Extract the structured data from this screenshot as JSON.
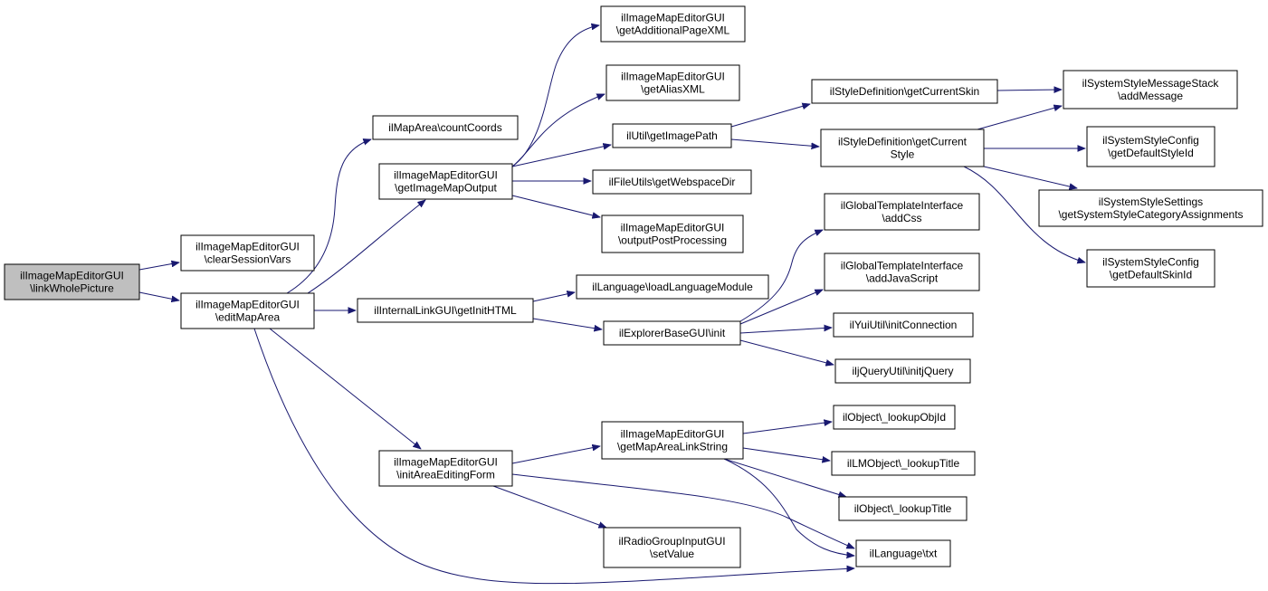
{
  "colors": {
    "edge": "#191970",
    "root_fill": "#bfbfbf",
    "node_fill": "#ffffff",
    "border": "#000000"
  },
  "nodes": [
    {
      "id": "linkWholePicture",
      "lines": [
        "ilImageMapEditorGUI",
        "\\linkWholePicture"
      ],
      "root": true
    },
    {
      "id": "clearSessionVars",
      "lines": [
        "ilImageMapEditorGUI",
        "\\clearSessionVars"
      ]
    },
    {
      "id": "editMapArea",
      "lines": [
        "ilImageMapEditorGUI",
        "\\editMapArea"
      ]
    },
    {
      "id": "countCoords",
      "lines": [
        "ilMapArea\\countCoords"
      ]
    },
    {
      "id": "getImageMapOutput",
      "lines": [
        "ilImageMapEditorGUI",
        "\\getImageMapOutput"
      ]
    },
    {
      "id": "getInitHTML",
      "lines": [
        "ilInternalLinkGUI\\getInitHTML"
      ]
    },
    {
      "id": "initAreaEditingForm",
      "lines": [
        "ilImageMapEditorGUI",
        "\\initAreaEditingForm"
      ]
    },
    {
      "id": "getAdditionalPageXML",
      "lines": [
        "ilImageMapEditorGUI",
        "\\getAdditionalPageXML"
      ]
    },
    {
      "id": "getAliasXML",
      "lines": [
        "ilImageMapEditorGUI",
        "\\getAliasXML"
      ]
    },
    {
      "id": "getImagePath",
      "lines": [
        "ilUtil\\getImagePath"
      ]
    },
    {
      "id": "getWebspaceDir",
      "lines": [
        "ilFileUtils\\getWebspaceDir"
      ]
    },
    {
      "id": "outputPostProcessing",
      "lines": [
        "ilImageMapEditorGUI",
        "\\outputPostProcessing"
      ]
    },
    {
      "id": "loadLanguageModule",
      "lines": [
        "ilLanguage\\loadLanguageModule"
      ]
    },
    {
      "id": "explorerInit",
      "lines": [
        "ilExplorerBaseGUI\\init"
      ]
    },
    {
      "id": "getMapAreaLinkString",
      "lines": [
        "ilImageMapEditorGUI",
        "\\getMapAreaLinkString"
      ]
    },
    {
      "id": "setValue",
      "lines": [
        "ilRadioGroupInputGUI",
        "\\setValue"
      ]
    },
    {
      "id": "getCurrentSkin",
      "lines": [
        "ilStyleDefinition\\getCurrentSkin"
      ]
    },
    {
      "id": "getCurrentStyle",
      "lines": [
        "ilStyleDefinition\\getCurrent",
        "Style"
      ]
    },
    {
      "id": "addCss",
      "lines": [
        "ilGlobalTemplateInterface",
        "\\addCss"
      ]
    },
    {
      "id": "addJavaScript",
      "lines": [
        "ilGlobalTemplateInterface",
        "\\addJavaScript"
      ]
    },
    {
      "id": "initConnection",
      "lines": [
        "ilYuiUtil\\initConnection"
      ]
    },
    {
      "id": "initjQuery",
      "lines": [
        "iljQueryUtil\\initjQuery"
      ]
    },
    {
      "id": "lookupObjId",
      "lines": [
        "ilObject\\_lookupObjId"
      ]
    },
    {
      "id": "lmLookupTitle",
      "lines": [
        "ilLMObject\\_lookupTitle"
      ]
    },
    {
      "id": "objLookupTitle",
      "lines": [
        "ilObject\\_lookupTitle"
      ]
    },
    {
      "id": "txt",
      "lines": [
        "ilLanguage\\txt"
      ]
    },
    {
      "id": "addMessage",
      "lines": [
        "ilSystemStyleMessageStack",
        "\\addMessage"
      ]
    },
    {
      "id": "getDefaultStyleId",
      "lines": [
        "ilSystemStyleConfig",
        "\\getDefaultStyleId"
      ]
    },
    {
      "id": "getSystemStyleCategoryAssignments",
      "lines": [
        "ilSystemStyleSettings",
        "\\getSystemStyleCategoryAssignments"
      ]
    },
    {
      "id": "getDefaultSkinId",
      "lines": [
        "ilSystemStyleConfig",
        "\\getDefaultSkinId"
      ]
    }
  ],
  "edges": [
    [
      "linkWholePicture",
      "clearSessionVars"
    ],
    [
      "linkWholePicture",
      "editMapArea"
    ],
    [
      "editMapArea",
      "countCoords"
    ],
    [
      "editMapArea",
      "getImageMapOutput"
    ],
    [
      "editMapArea",
      "getInitHTML"
    ],
    [
      "editMapArea",
      "initAreaEditingForm"
    ],
    [
      "editMapArea",
      "txt"
    ],
    [
      "getImageMapOutput",
      "getAdditionalPageXML"
    ],
    [
      "getImageMapOutput",
      "getAliasXML"
    ],
    [
      "getImageMapOutput",
      "getImagePath"
    ],
    [
      "getImageMapOutput",
      "getWebspaceDir"
    ],
    [
      "getImageMapOutput",
      "outputPostProcessing"
    ],
    [
      "getImagePath",
      "getCurrentSkin"
    ],
    [
      "getImagePath",
      "getCurrentStyle"
    ],
    [
      "getCurrentSkin",
      "addMessage"
    ],
    [
      "getCurrentStyle",
      "addMessage"
    ],
    [
      "getCurrentStyle",
      "getDefaultStyleId"
    ],
    [
      "getCurrentStyle",
      "getSystemStyleCategoryAssignments"
    ],
    [
      "getCurrentStyle",
      "getDefaultSkinId"
    ],
    [
      "getInitHTML",
      "loadLanguageModule"
    ],
    [
      "getInitHTML",
      "explorerInit"
    ],
    [
      "explorerInit",
      "addCss"
    ],
    [
      "explorerInit",
      "addJavaScript"
    ],
    [
      "explorerInit",
      "initConnection"
    ],
    [
      "explorerInit",
      "initjQuery"
    ],
    [
      "initAreaEditingForm",
      "getMapAreaLinkString"
    ],
    [
      "initAreaEditingForm",
      "setValue"
    ],
    [
      "initAreaEditingForm",
      "txt"
    ],
    [
      "getMapAreaLinkString",
      "lookupObjId"
    ],
    [
      "getMapAreaLinkString",
      "lmLookupTitle"
    ],
    [
      "getMapAreaLinkString",
      "objLookupTitle"
    ],
    [
      "getMapAreaLinkString",
      "txt"
    ]
  ]
}
